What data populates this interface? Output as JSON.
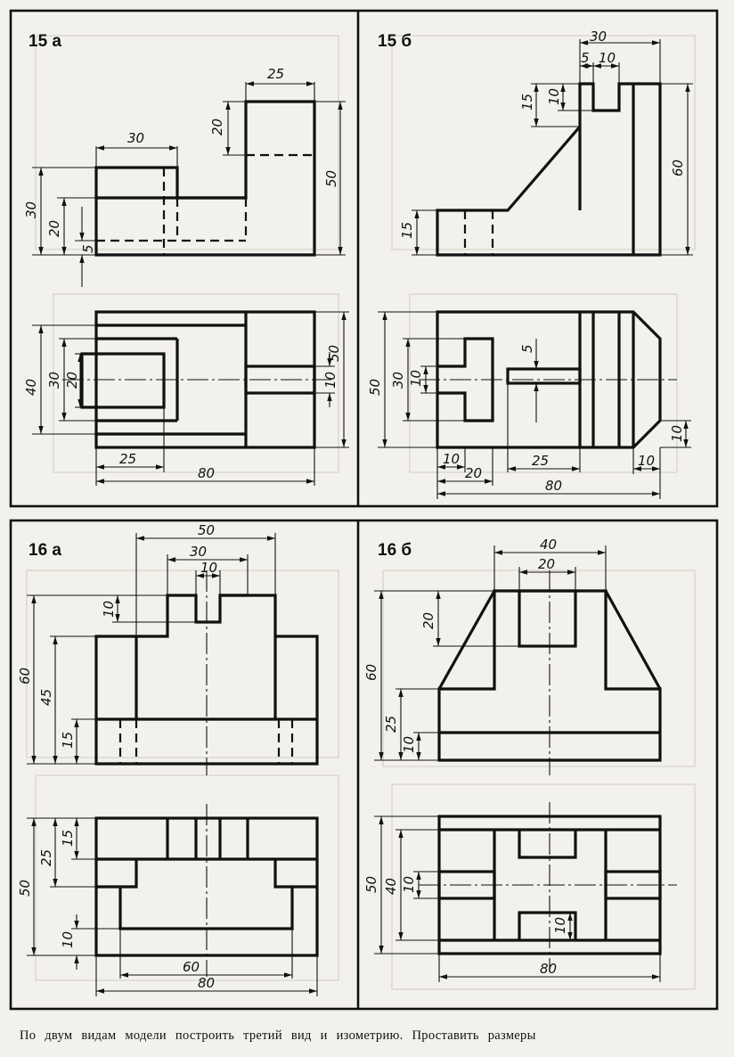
{
  "panels": {
    "p15a": {
      "title": "15 а",
      "dims": [
        "25",
        "20",
        "50",
        "30",
        "30",
        "20",
        "5",
        "40",
        "30",
        "20",
        "50",
        "10",
        "25",
        "80"
      ]
    },
    "p15b": {
      "title": "15 б",
      "dims": [
        "30",
        "5",
        "10",
        "15",
        "10",
        "60",
        "15",
        "5",
        "50",
        "30",
        "10",
        "10",
        "10",
        "20",
        "25",
        "10",
        "80"
      ]
    },
    "p16a": {
      "title": "16 а",
      "dims": [
        "50",
        "30",
        "10",
        "10",
        "60",
        "45",
        "15",
        "50",
        "25",
        "15",
        "10",
        "60",
        "80"
      ]
    },
    "p16b": {
      "title": "16 б",
      "dims": [
        "40",
        "20",
        "20",
        "60",
        "25",
        "10",
        "50",
        "40",
        "10",
        "10",
        "80"
      ]
    }
  },
  "caption": "По двум видам модели построить третий вид и изометрию. Проставить размеры"
}
